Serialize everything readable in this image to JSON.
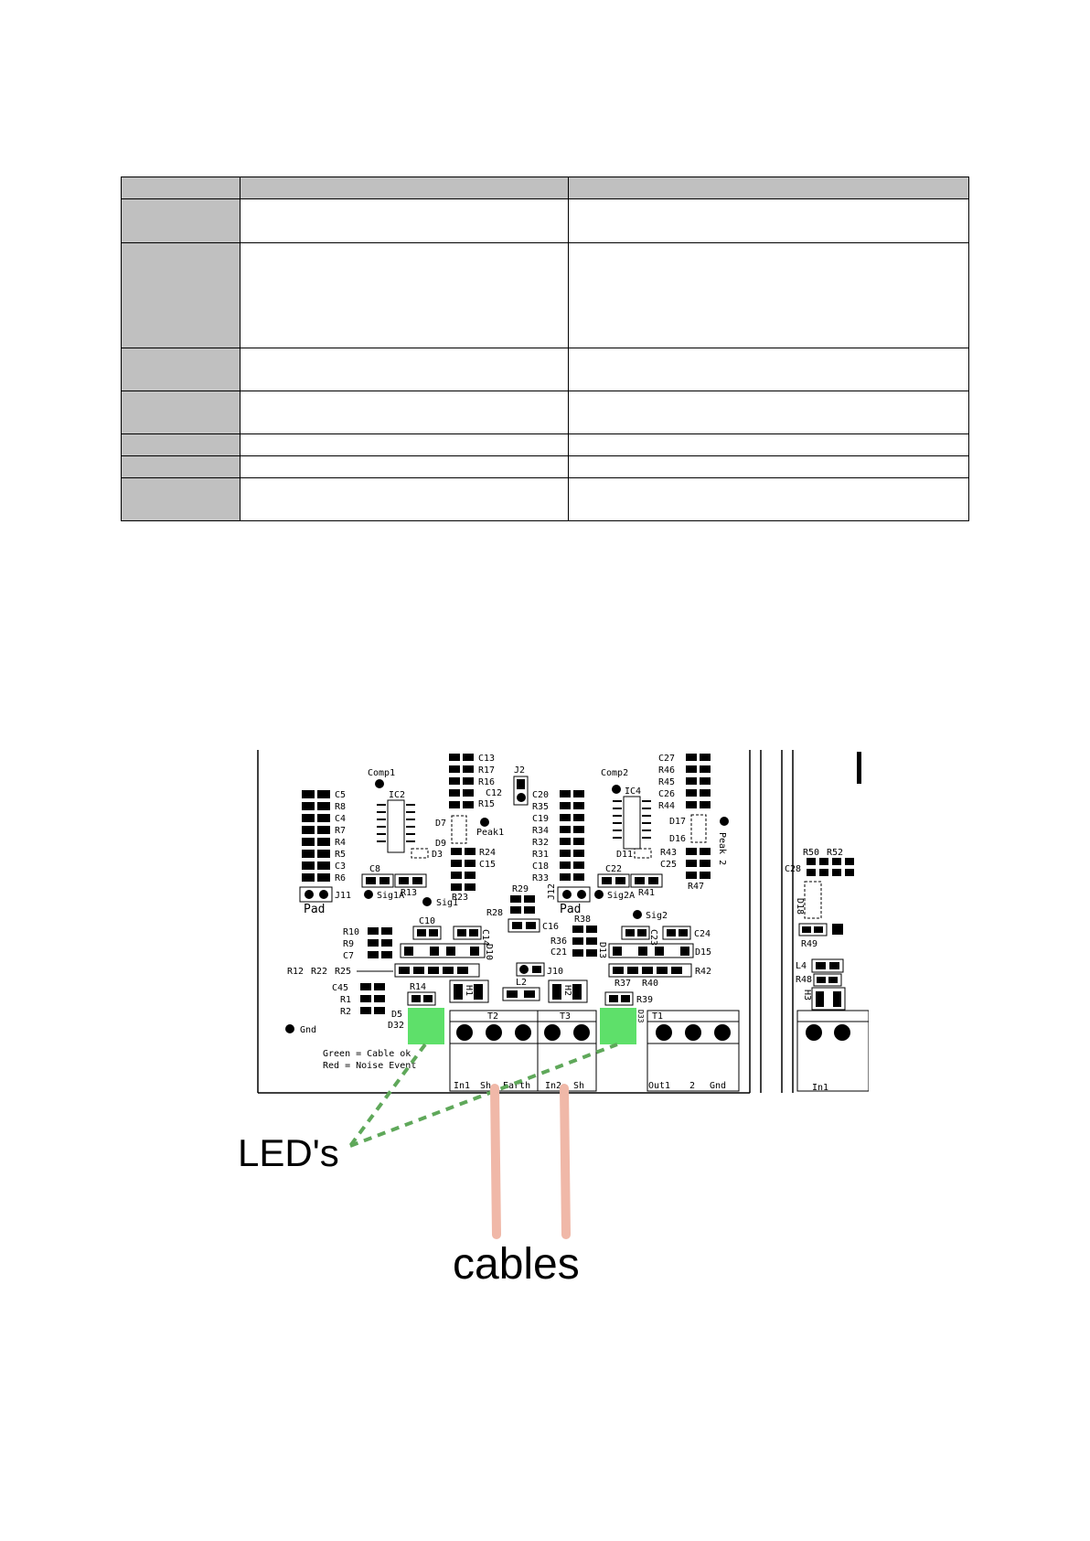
{
  "table": {
    "rows": [
      {
        "h": 23,
        "cells": [
          "",
          "",
          ""
        ]
      },
      {
        "h": 48,
        "cells": [
          "",
          "",
          ""
        ]
      },
      {
        "h": 115,
        "cells": [
          "",
          "",
          ""
        ]
      },
      {
        "h": 47,
        "cells": [
          "",
          "",
          ""
        ]
      },
      {
        "h": 47,
        "cells": [
          "",
          "",
          ""
        ]
      },
      {
        "h": 24,
        "cells": [
          "",
          "",
          ""
        ]
      },
      {
        "h": 24,
        "cells": [
          "",
          "",
          ""
        ]
      },
      {
        "h": 47,
        "cells": [
          "",
          "",
          ""
        ]
      }
    ]
  },
  "figure": {
    "pcb_labels": {
      "c5": "C5",
      "r8": "R8",
      "c4": "C4",
      "r7": "R7",
      "r4": "R4",
      "r5": "R5",
      "c3": "C3",
      "r6": "R6",
      "pad1": "Pad",
      "j11": "J11",
      "sig1a": "Sig1A",
      "sig1": "Sig1",
      "comp1": "Comp1",
      "ic2": "IC2",
      "c8": "C8",
      "r13": "R13",
      "d3": "D3",
      "c13": "C13",
      "r17": "R17",
      "r16": "R16",
      "c12": "C12",
      "r15": "R15",
      "j2": "J2",
      "d7": "D7",
      "peak1": "Peak1",
      "d9": "D9",
      "r24": "R24",
      "c15": "C15",
      "r23": "R23",
      "c20": "C20",
      "r35": "R35",
      "c19": "C19",
      "r34": "R34",
      "r32": "R32",
      "r31": "R31",
      "c18": "C18",
      "r33": "R33",
      "j12": "J12",
      "pad2": "Pad",
      "sig2a": "Sig2A",
      "r29": "R29",
      "r28": "R28",
      "c16": "C16",
      "comp2": "Comp2",
      "ic4": "IC4",
      "c22": "C22",
      "r41": "R41",
      "d11": "D11",
      "c27": "C27",
      "r46": "R46",
      "r45": "R45",
      "c26": "C26",
      "r44": "R44",
      "d17": "D17",
      "d16": "D16",
      "peak2": "Peak 2",
      "r43": "R43",
      "c25": "C25",
      "r47": "R47",
      "r10": "R10",
      "r9": "R9",
      "c7": "C7",
      "c10": "C10",
      "c14": "C14",
      "d10": "D10",
      "r38": "R38",
      "r36": "R36",
      "c21": "C21",
      "d13": "D13",
      "sig2": "Sig2",
      "c23": "C23",
      "c24": "C24",
      "d15": "D15",
      "r12": "R12",
      "r22": "R22",
      "r25": "R25",
      "l2": "L2",
      "j10": "J10",
      "r42": "R42",
      "r40": "R40",
      "r37": "R37",
      "c45": "C45",
      "r1": "R1",
      "r2": "R2",
      "r14": "R14",
      "d5": "D5",
      "d32": "D32",
      "r39": "R39",
      "d33": "D33",
      "h1": "H1",
      "h2": "H2",
      "gnd": "Gnd",
      "t2": "T2",
      "t3": "T3",
      "t1": "T1",
      "in1": "In1",
      "sh1": "Sh",
      "earth": "Earth",
      "in2": "In2",
      "sh2": "Sh",
      "out1": "Out1",
      "n2": "2",
      "gnd2": "Gnd",
      "green": "Green = Cable ok",
      "red": "Red = Noise Event",
      "r50": "R50",
      "r52": "R52",
      "c28": "C28",
      "d18": "D18",
      "r49": "R49",
      "l4": "L4",
      "r48": "R48",
      "h3": "H3",
      "in1b": "In1"
    },
    "annotations": {
      "leds": "LED's",
      "cables": "cables"
    },
    "colors": {
      "led_green": "#5ee06a",
      "dash_green": "#5fa85a",
      "cable_pink": "#f0b8a8"
    }
  }
}
